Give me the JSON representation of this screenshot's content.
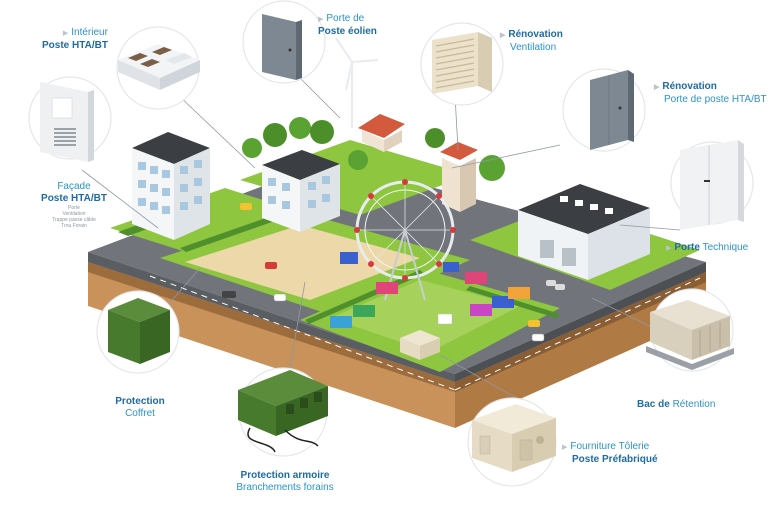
{
  "callouts": {
    "interieur": {
      "line1": "Intérieur",
      "line2": "Poste HTA/BT"
    },
    "eolien": {
      "line1": "Porte de",
      "line2": "Poste éolien"
    },
    "ventilation": {
      "line1": "Rénovation",
      "line2": "Ventilation"
    },
    "porte_hta": {
      "line1": "Rénovation",
      "line2": "Porte de poste HTA/BT"
    },
    "facade": {
      "line1": "Façade",
      "line2": "Poste HTA/BT",
      "small": [
        "Porte",
        "Ventilation",
        "Trappe passe câble",
        "Trou Forain"
      ]
    },
    "porte_tech": {
      "bold": "Porte",
      "normal": "Technique"
    },
    "bac": {
      "bold": "Bac de",
      "normal": "Rétention"
    },
    "coffret": {
      "line1": "Protection",
      "line2": "Coffret"
    },
    "armoire": {
      "line1": "Protection armoire",
      "line2": "Branchements forains"
    },
    "prefab": {
      "line1": "Fourniture Tôlerie",
      "line2": "Poste Préfabriqué"
    }
  },
  "colors": {
    "accent": "#2b93c9",
    "accent_dark": "#1e6aa5",
    "grass": "#8cc63f",
    "road": "#6b6e72"
  }
}
